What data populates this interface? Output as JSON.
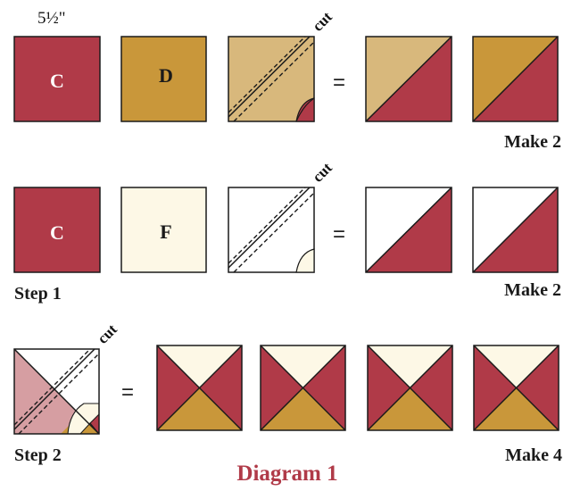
{
  "colors": {
    "red": "#b03a48",
    "gold": "#c9973a",
    "tan": "#d8b87c",
    "cream": "#fdf8e6",
    "pink": "#d69ea2",
    "outline": "#1a1a1a"
  },
  "dimension_label": "5½\"",
  "row1": {
    "square_c": "C",
    "square_d": "D",
    "cut": "cut",
    "equals": "=",
    "make": "Make 2"
  },
  "row2": {
    "square_c": "C",
    "square_f": "F",
    "cut": "cut",
    "equals": "=",
    "make": "Make 2",
    "step": "Step 1"
  },
  "row3": {
    "cut": "cut",
    "equals": "=",
    "make": "Make 4",
    "step": "Step 2"
  },
  "title": "Diagram 1"
}
